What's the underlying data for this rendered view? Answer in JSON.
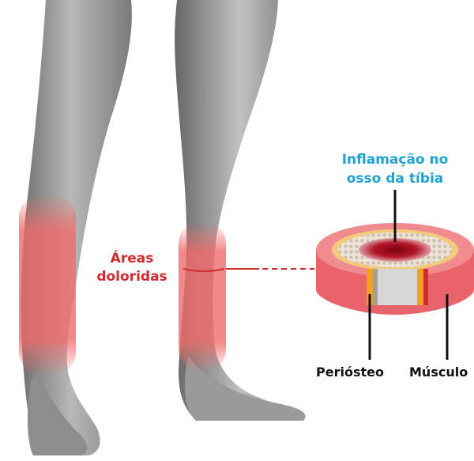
{
  "labels": {
    "inflammation": [
      "Inflamação no",
      "osso da tíbia"
    ],
    "areas": [
      "Áreas",
      "doloridas"
    ],
    "periosteum": "Periósteo",
    "muscle": "Músculo"
  },
  "colors": {
    "inflammation_label": "#1fa3d6",
    "areas_label": "#d12a2f",
    "pain_zone": "#f06a6a",
    "muscle_ring": "#e9646a",
    "periosteum": "#f0a020",
    "marrow_core": "#a1101c",
    "skin": "#9c9c9c"
  },
  "icons": {
    "legs": "lower-legs-illustration",
    "cross_section": "tibia-cross-section-diagram"
  }
}
